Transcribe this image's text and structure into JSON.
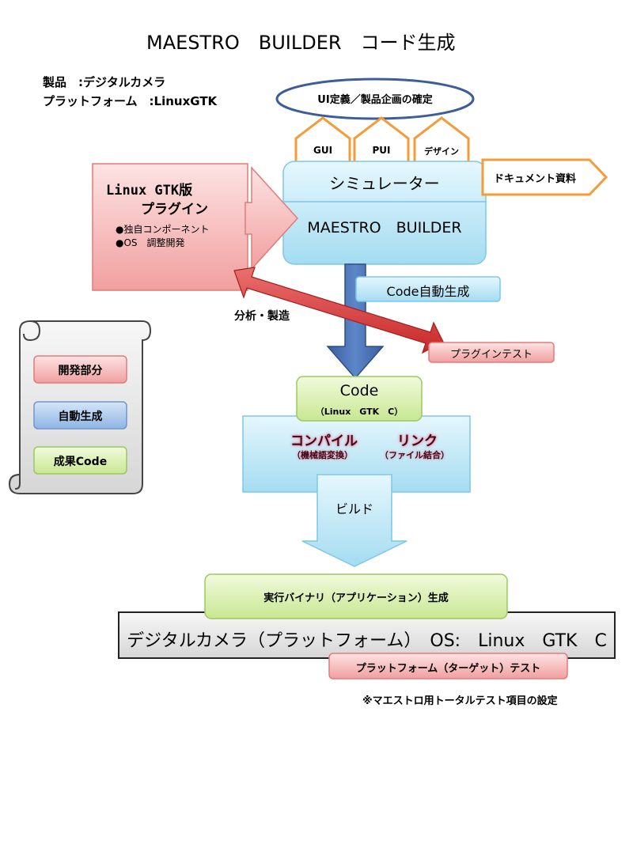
{
  "title": "MAESTRO　BUILDER　コード生成",
  "product": {
    "product_line": "製品　:デジタルカメラ",
    "platform_line": "プラットフォーム　:LinuxGTK"
  },
  "top_oval": "UI定義／製品企画の確定",
  "pentagons": [
    "GUI",
    "PUI",
    "デザイン"
  ],
  "doc_arrow": "ドキュメント資料",
  "simulator": "シミュレーター",
  "maestro_builder": "MAESTRO　BUILDER",
  "plugin": {
    "title": "Linux  GTK版",
    "subtitle": "プラグイン",
    "item1": "●独自コンポーネント",
    "item2": "●OS　調整開発"
  },
  "code_auto": "Code自動生成",
  "analysis": "分析・製造",
  "plugin_test": "プラグインテスト",
  "legend": {
    "dev": "開発部分",
    "auto": "自動生成",
    "result": "成果Code"
  },
  "code_box": {
    "title": "Code",
    "sub": "（Linux　GTK　C）"
  },
  "compile": {
    "label": "コンパイル",
    "sub": "（機械語変換）"
  },
  "link": {
    "label": "リンク",
    "sub": "（ファイル結合）"
  },
  "build": "ビルド",
  "exec_binary": "実行バイナリ（アプリケーション）生成",
  "platform_bar": "デジタルカメラ（プラットフォーム）　OS:　Linux　GTK　C",
  "platform_test": "プラットフォーム（ターゲット）テスト",
  "note": "※マエストロ用トータルテスト項目の設定",
  "colors": {
    "dev": "#f6b8b8",
    "auto": "#9cc0ea",
    "result": "#d6efa4",
    "sim": "#bfe8f6",
    "orange": "#f39c3a",
    "arrow_blue": "#3f6ab0",
    "arrow_red": "#d83c3c"
  }
}
